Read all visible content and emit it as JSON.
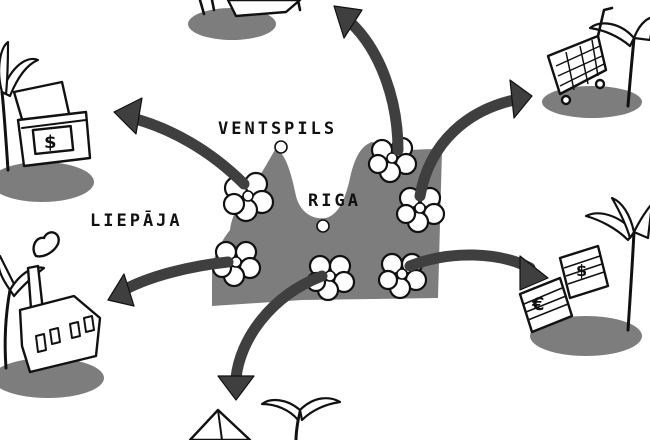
{
  "labels": {
    "ventspils": "VENTSPILS",
    "riga": "RIGA",
    "liepaja": "LIEPĀJA"
  },
  "symbols": {
    "dollar": "$",
    "euro": "€"
  },
  "colors": {
    "ink": "#111111",
    "map_fill": "#7d7d7d",
    "arrow": "#3f3f3f",
    "background": "#ffffff"
  }
}
